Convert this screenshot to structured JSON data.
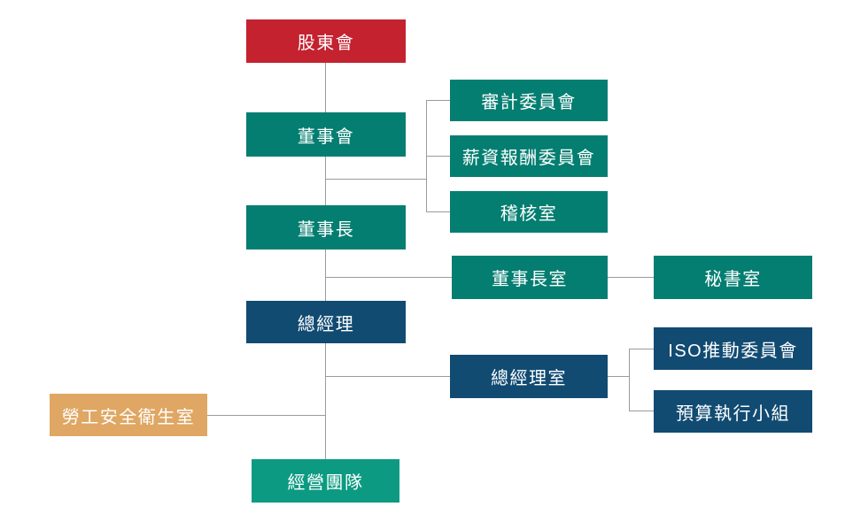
{
  "chart_title": "",
  "colors": {
    "red": "#C4222F",
    "teal": "#047E71",
    "navy": "#114B72",
    "green": "#0C9B82",
    "tan": "#DFA763",
    "line": "#9B9B9B",
    "text": "#FFFFFF"
  },
  "nodes": {
    "shareholders": {
      "label": "股東會",
      "color": "red"
    },
    "board": {
      "label": "董事會",
      "color": "teal"
    },
    "audit_committee": {
      "label": "審計委員會",
      "color": "teal"
    },
    "compensation_committee": {
      "label": "薪資報酬委員會",
      "color": "teal"
    },
    "audit_office": {
      "label": "稽核室",
      "color": "teal"
    },
    "chairman": {
      "label": "董事長",
      "color": "teal"
    },
    "chairman_office": {
      "label": "董事長室",
      "color": "teal"
    },
    "secretary_office": {
      "label": "秘書室",
      "color": "teal"
    },
    "general_manager": {
      "label": "總經理",
      "color": "navy"
    },
    "gm_office": {
      "label": "總經理室",
      "color": "navy"
    },
    "iso_committee": {
      "label": "ISO推動委員會",
      "color": "navy"
    },
    "budget_team": {
      "label": "預算執行小組",
      "color": "navy"
    },
    "labor_safety_office": {
      "label": "勞工安全衛生室",
      "color": "tan"
    },
    "management_team": {
      "label": "經營團隊",
      "color": "green"
    }
  },
  "hierarchy": [
    {
      "parent": "shareholders",
      "child": "board"
    },
    {
      "parent": "board",
      "child": "audit_committee"
    },
    {
      "parent": "board",
      "child": "compensation_committee"
    },
    {
      "parent": "board",
      "child": "audit_office"
    },
    {
      "parent": "board",
      "child": "chairman"
    },
    {
      "parent": "chairman",
      "child": "chairman_office"
    },
    {
      "parent": "chairman_office",
      "child": "secretary_office"
    },
    {
      "parent": "chairman",
      "child": "general_manager"
    },
    {
      "parent": "general_manager",
      "child": "gm_office"
    },
    {
      "parent": "gm_office",
      "child": "iso_committee"
    },
    {
      "parent": "gm_office",
      "child": "budget_team"
    },
    {
      "parent": "general_manager",
      "child": "labor_safety_office"
    },
    {
      "parent": "general_manager",
      "child": "management_team"
    }
  ]
}
